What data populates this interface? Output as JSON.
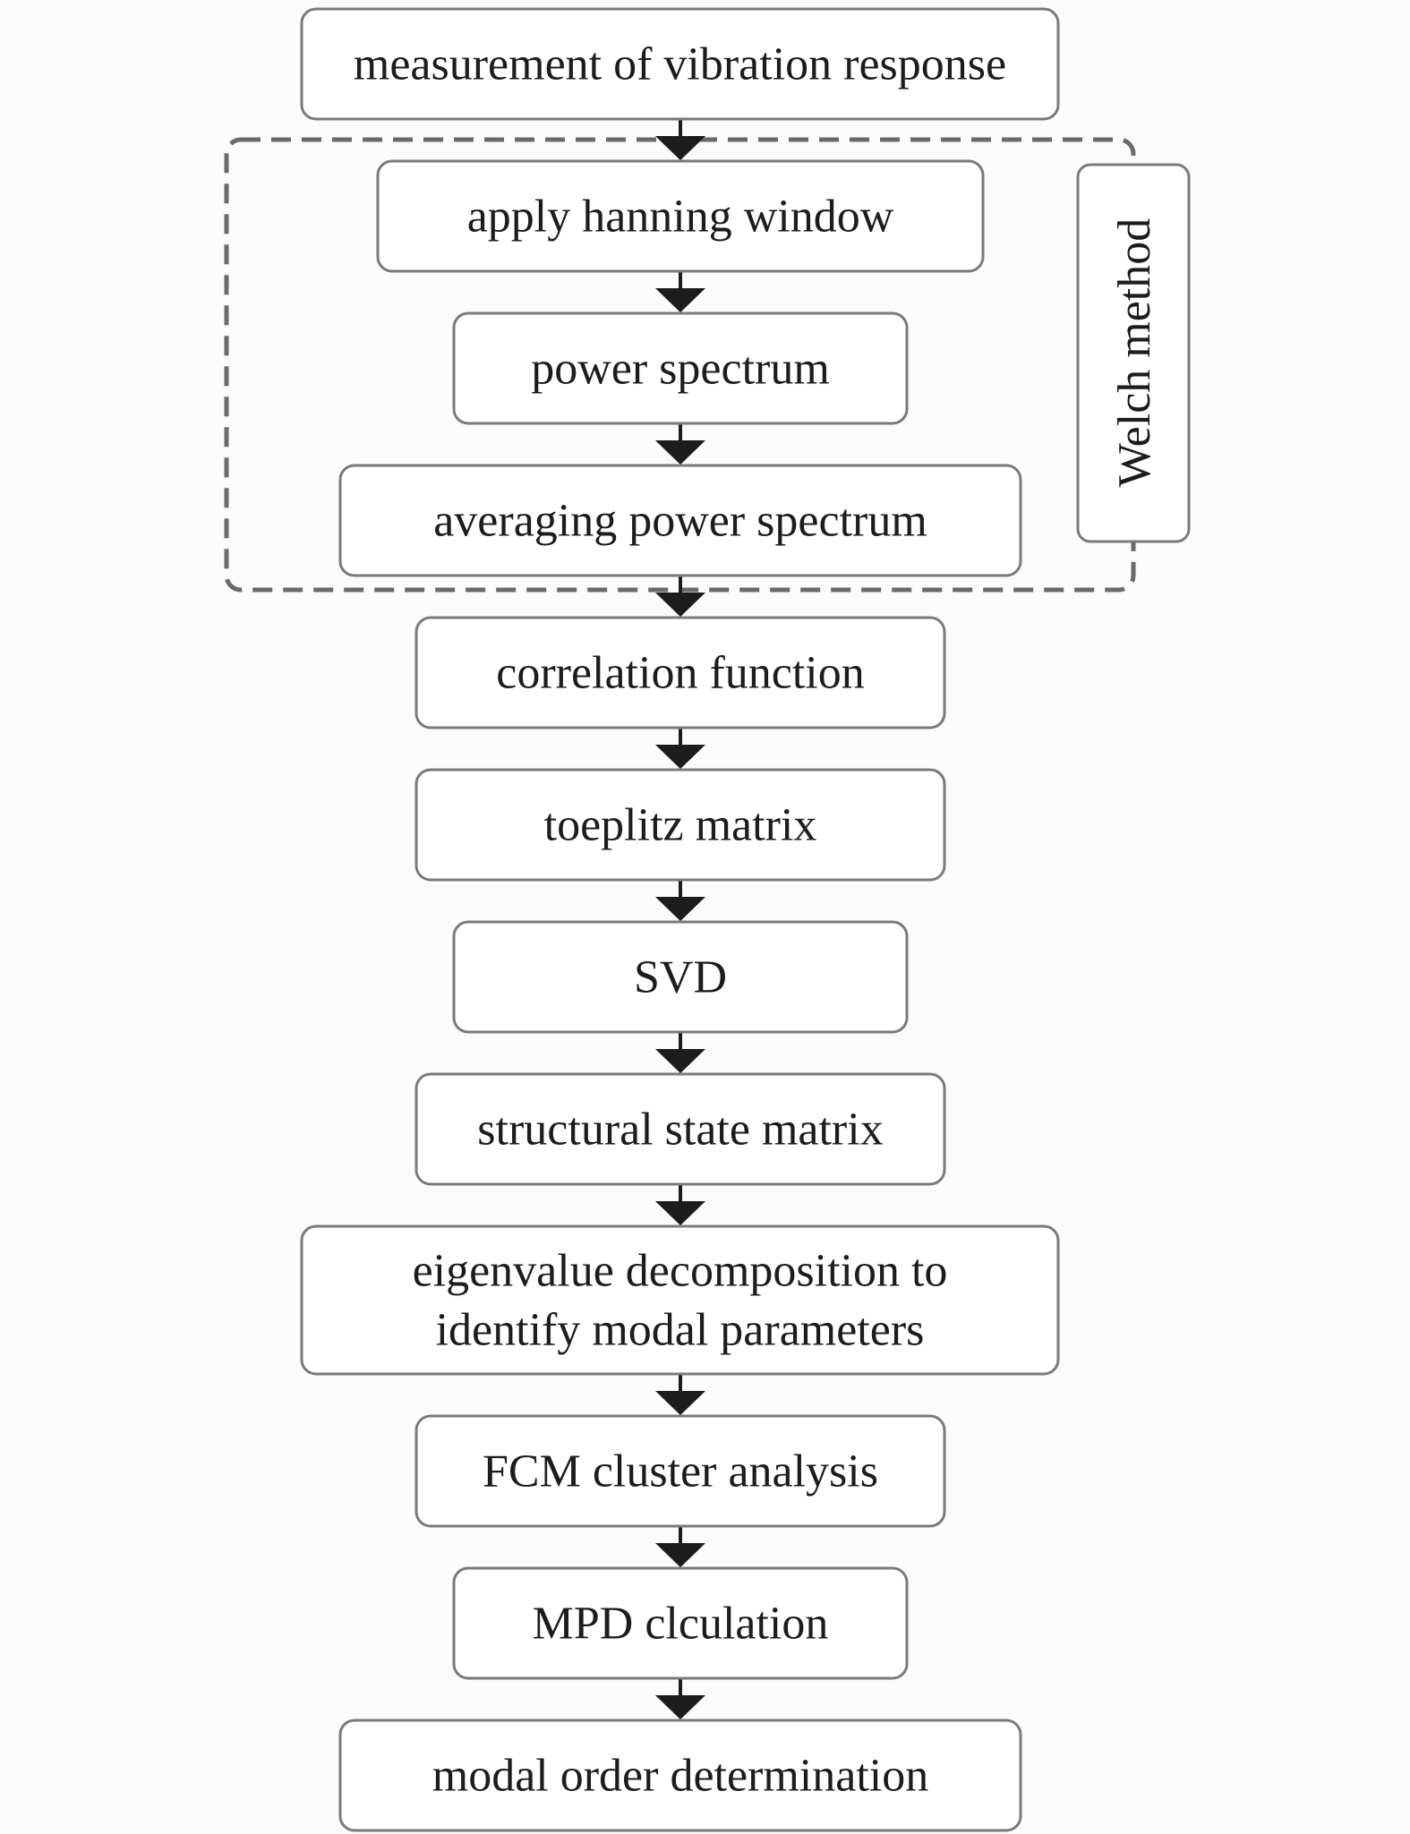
{
  "nodes": [
    {
      "id": "measurement",
      "label": "measurement of vibration response"
    },
    {
      "id": "hanning",
      "label": "apply hanning window"
    },
    {
      "id": "power",
      "label": "power spectrum"
    },
    {
      "id": "averaging",
      "label": "averaging power spectrum"
    },
    {
      "id": "correlation",
      "label": "correlation function"
    },
    {
      "id": "toeplitz",
      "label": "toeplitz matrix"
    },
    {
      "id": "svd",
      "label": "SVD"
    },
    {
      "id": "state",
      "label": "structural state matrix"
    },
    {
      "id": "eigen",
      "label": [
        "eigenvalue decomposition to",
        "identify modal parameters"
      ]
    },
    {
      "id": "fcm",
      "label": "FCM cluster analysis"
    },
    {
      "id": "mpd",
      "label": "MPD clculation"
    },
    {
      "id": "order",
      "label": "modal order determination"
    }
  ],
  "edges": [
    {
      "from": "measurement",
      "to": "hanning"
    },
    {
      "from": "hanning",
      "to": "power"
    },
    {
      "from": "power",
      "to": "averaging"
    },
    {
      "from": "averaging",
      "to": "correlation"
    },
    {
      "from": "correlation",
      "to": "toeplitz"
    },
    {
      "from": "toeplitz",
      "to": "svd"
    },
    {
      "from": "svd",
      "to": "state"
    },
    {
      "from": "state",
      "to": "eigen"
    },
    {
      "from": "eigen",
      "to": "fcm"
    },
    {
      "from": "fcm",
      "to": "mpd"
    },
    {
      "from": "mpd",
      "to": "order"
    }
  ],
  "group": {
    "label": "Welch method",
    "members": [
      "hanning",
      "power",
      "averaging"
    ]
  }
}
